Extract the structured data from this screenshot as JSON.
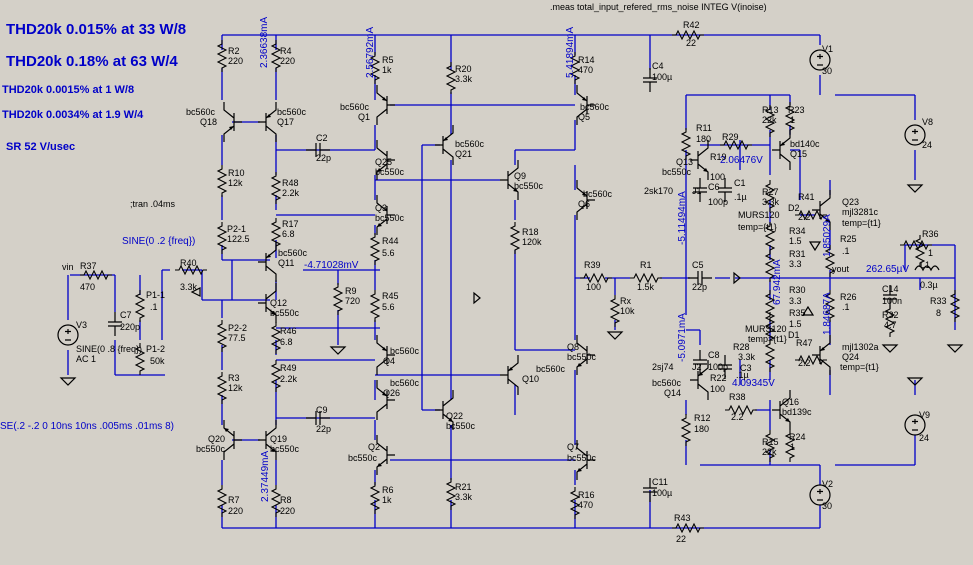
{
  "annotations": {
    "thd1": "THD20k  0.015% at 33 W/8",
    "thd2": "THD20k  0.18% at 63 W/4",
    "thd3": "THD20k 0.0015% at 1 W/8",
    "thd4": "THD20k 0.0034% at 1.9 W/4",
    "sr": "SR 52 V/usec",
    "tran": ";tran .04ms",
    "meas_top": ".meas total_input_refered_rms_noise INTEG V(inoise)",
    "meas_cut": "............................................................",
    "sine_small": "SINE(0 .2 {freq})",
    "pulse_cut": "SE(.2 -.2 0 10ns 10ns .005ms .01ms 8)"
  },
  "currents": {
    "i_q18": "2.36638mA",
    "i_q1": "2.56792mA",
    "i_q5": "5.41894mA",
    "i_q19": "2.37449mA",
    "v_r9": "-4.71028mV",
    "v_j1": "-5.11494mA",
    "v_r19": "2.06476V",
    "i_r33": "67.942mA",
    "v_out": "262.65µV",
    "i_q23": "1.85029A",
    "i_q24": "1.84687A",
    "v_q13c": "-5.0971mA",
    "v_c3": "4.09345V"
  },
  "parts": {
    "R2": "R2",
    "R2v": "220",
    "R4": "R4",
    "R4v": "220",
    "Q18": "Q18",
    "Q18t": "bc560c",
    "Q17": "Q17",
    "Q17t": "bc560c",
    "R10": "R10",
    "R10v": "12k",
    "P21": "P2-1",
    "P21v": "122.5",
    "R37": "R37",
    "R37v": "470",
    "vin": "vin",
    "C7": "C7",
    "C7v": "220p",
    "P11": "P1-1",
    "P11v": ".1",
    "P12": "P1-2",
    "P12v": "50k",
    "V3": "V3",
    "V3a": "SINE(0 .8 {freq})",
    "V3b": "AC 1",
    "R40": "R40",
    "R40v": "3.3k",
    "P22": "P2-2",
    "P22v": "77.5",
    "R3": "R3",
    "R3v": "12k",
    "Q20": "Q20",
    "Q20t": "bc550c",
    "Q19": "Q19",
    "Q19t": "bc550c",
    "R7": "R7",
    "R7v": "220",
    "R8": "R8",
    "R8v": "220",
    "R5": "R5",
    "R5v": "1k",
    "Q1": "Q1",
    "Q1t": "bc560c",
    "C2": "C2",
    "C2v": "22p",
    "Q25": "Q25",
    "Q25t": "bc550c",
    "R48": "R48",
    "R48v": "2.2k",
    "Q3": "Q3",
    "Q3t": "bc550c",
    "R17": "R17",
    "R17v": "6.8",
    "Q11": "Q11",
    "Q11t": "bc560c",
    "R44": "R44",
    "R44v": "5.6",
    "R9": "R9",
    "R9v": "720",
    "Q12": "Q12",
    "Q12t": "bc550c",
    "R45": "R45",
    "R45v": "5.6",
    "R46": "R46",
    "R46v": "6.8",
    "R49": "R49",
    "R49v": "2.2k",
    "Q4": "Q4",
    "Q4t": "bc560c",
    "Q26": "Q26",
    "Q26t": "bc560c",
    "C9": "C9",
    "C9v": "22p",
    "Q2": "Q2",
    "Q2t": "bc550c",
    "R6": "R6",
    "R6v": "1k",
    "R20": "R20",
    "R20v": "3.3k",
    "Q21": "Q21",
    "Q21t": "bc560c",
    "Q22": "Q22",
    "Q22t": "bc550c",
    "R21": "R21",
    "R21v": "3.3k",
    "R14": "R14",
    "R14v": "470",
    "Q5": "Q5",
    "Q5t": "bc560c",
    "Q9": "Q9",
    "Q9t": "bc550c",
    "Q6": "Q6",
    "Q6t": "bc560c",
    "R18": "R18",
    "R18v": "120k",
    "Q10": "Q10",
    "Q10t": "bc560c",
    "Q8": "Q8",
    "Q8t": "bc550c",
    "Q7": "Q7",
    "Q7t": "bc550c",
    "R16": "R16",
    "R16v": "470",
    "R42": "R42",
    "R42v": "22",
    "C4": "C4",
    "C4v": "100µ",
    "R39": "R39",
    "R39v": "100",
    "Rx": "Rx",
    "Rxv": "10k",
    "R1": "R1",
    "R1v": "1.5k",
    "C5": "C5",
    "C5v": "22p",
    "C11": "C11",
    "C11v": "100µ",
    "R43": "R43",
    "R43v": "22",
    "V1": "V1",
    "V1v": "30",
    "V2": "V2",
    "V2v": "30",
    "R11": "R11",
    "R11v": "180",
    "R29": "R29",
    "R29v": "100",
    "R19": "R19",
    "R19v": "100",
    "Q13": "Q13",
    "Q13t": "bc550c",
    "C6": "C6",
    "C6v": "100p",
    "C1": "C1",
    "C1v": ".1µ",
    "J1": "J1",
    "J1t": "2sk170",
    "R13": "R13",
    "R13v": "22k",
    "R23": "R23",
    "R23v": "1",
    "Q15": "Q15",
    "Q15t": "bd140c",
    "R27": "R27",
    "R27v": "3.3k",
    "D2": "D2",
    "D2t": "MURS120",
    "D2temp": "temp={t1}",
    "R41": "R41",
    "R41v": "2.2",
    "Q23": "Q23",
    "Q23t": "mjl3281c",
    "Q23temp": "temp={t1}",
    "R34": "R34",
    "R34v": "1.5",
    "R25": "R25",
    "R25v": ".1",
    "R31": "R31",
    "R31v": "3.3",
    "yout": "yout",
    "V8": "V8",
    "V8v": "24",
    "R36": "R36",
    "R36v": "1",
    "L1": "L1",
    "L1v": "0.3µ",
    "R33": "R33",
    "R33v": "8",
    "C14": "C14",
    "C14v": "100n",
    "R32": "R32",
    "R32v": "4.7",
    "R26": "R26",
    "R26v": ".1",
    "R30": "R30",
    "R30v": "3.3",
    "R35": "R35",
    "R35v": "1.5",
    "D1": "D1",
    "D1t": "MURS120",
    "D1temp": "temp={t1}",
    "R47": "R47",
    "R47v": "2.2",
    "Q24": "Q24",
    "Q24t": "mjl1302a",
    "Q24temp": "temp={t1}",
    "C8": "C8",
    "C8v": "100p",
    "R28": "R28",
    "R28v": "3.3k",
    "R22": "R22",
    "R22v": "100",
    "C3": "C3",
    "C3v": ".1µ",
    "J2": "J2",
    "J2t": "2sj74",
    "Q14": "Q14",
    "Q14t": "bc560c",
    "R38": "R38",
    "R38v": "2.2",
    "R12": "R12",
    "R12v": "180",
    "Q16": "Q16",
    "Q16t": "bd139c",
    "R15": "R15",
    "R15v": "22k",
    "R24": "R24",
    "R24v": "1",
    "V9": "V9",
    "V9v": "24"
  }
}
